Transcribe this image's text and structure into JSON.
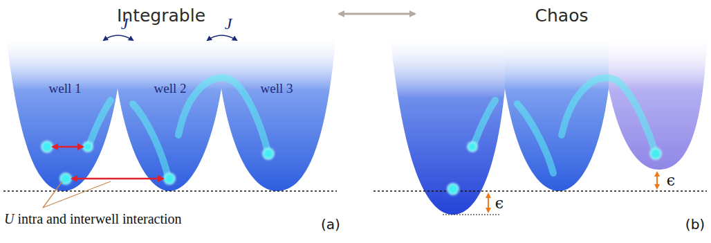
{
  "diagram": {
    "labels": [
      "Integrable",
      "Chaos",
      "J",
      "J",
      "well 1",
      "well 2",
      "well 3",
      "U intra and interwell interaction",
      "(a)",
      "(b)",
      "ϵ",
      "ϵ"
    ]
  }
}
